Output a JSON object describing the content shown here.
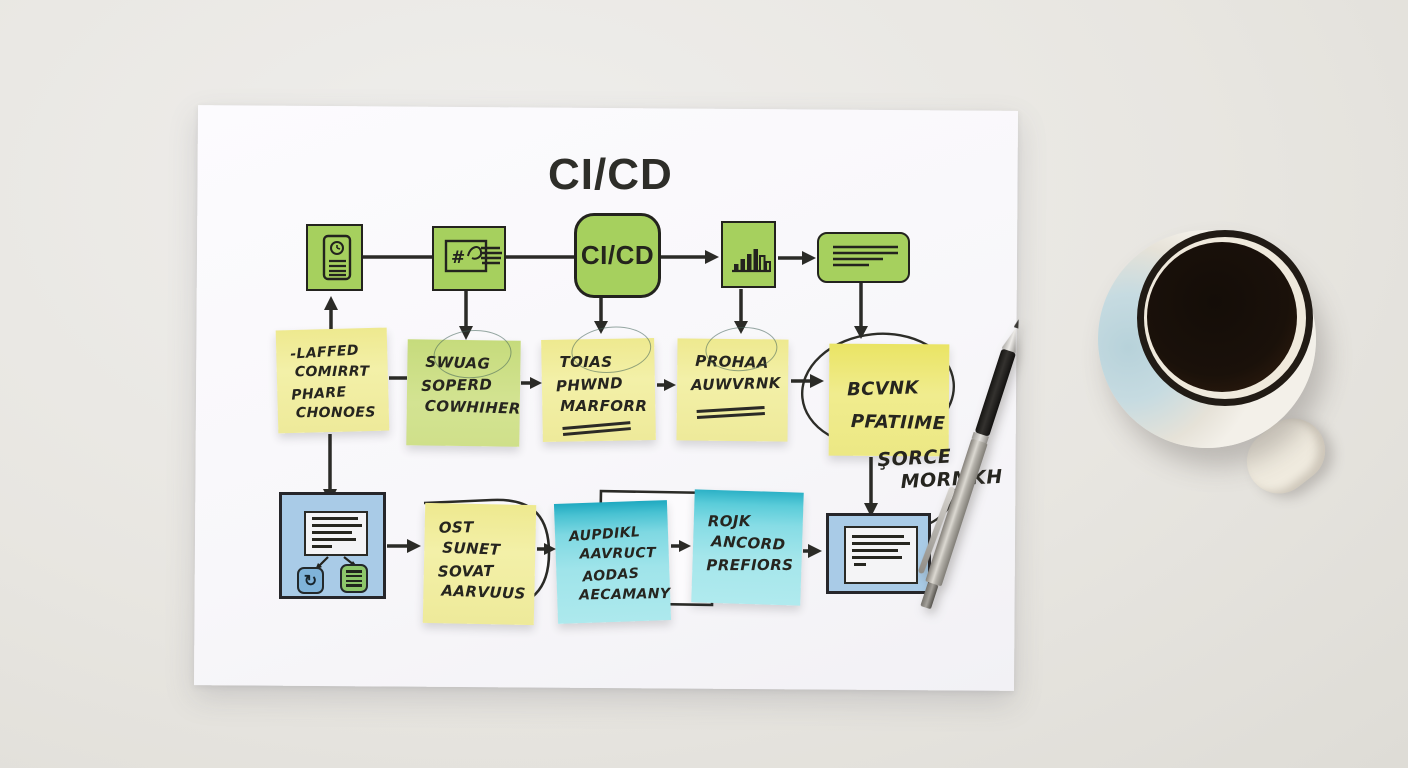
{
  "scene": {
    "title": "CI/CD"
  },
  "pipeline": {
    "cicd_label": "CI/CD",
    "hash_glyph": "#",
    "refresh_glyph": "↻"
  },
  "middle_notes": [
    {
      "lines": [
        "-LAFFED",
        "COMIRRT",
        "PHARE",
        "CHONOES"
      ]
    },
    {
      "lines": [
        "SWUAG",
        "SOPERD",
        "COWHIHER"
      ]
    },
    {
      "lines": [
        "TOIAS",
        "PHWND",
        "MARFORR"
      ]
    },
    {
      "lines": [
        "PROHAA",
        "AUWVRNK"
      ]
    },
    {
      "lines": [
        "BCVNK",
        "PFATIIME"
      ]
    }
  ],
  "bottom_notes": [
    {
      "lines": [
        "OST",
        "SUNET",
        "SOVAT",
        "AARVUUS"
      ]
    },
    {
      "lines": [
        "AUPDIKL",
        "AAVRUCT",
        "AODAS",
        "AECAMANY"
      ]
    },
    {
      "lines": [
        "ROJK",
        "ANCORD",
        "PREFIORS"
      ]
    }
  ],
  "annotation": {
    "lines": [
      "ŞORCE",
      "MORMKH"
    ]
  },
  "colors": {
    "pipeline_green": "#a6d05e",
    "sticky_yellow": "#f1eda0",
    "sticky_green": "#cfe18c",
    "sticky_cyan": "#7fd8e3",
    "box_blue": "#a9cbe7",
    "ink": "#2b2a26"
  }
}
